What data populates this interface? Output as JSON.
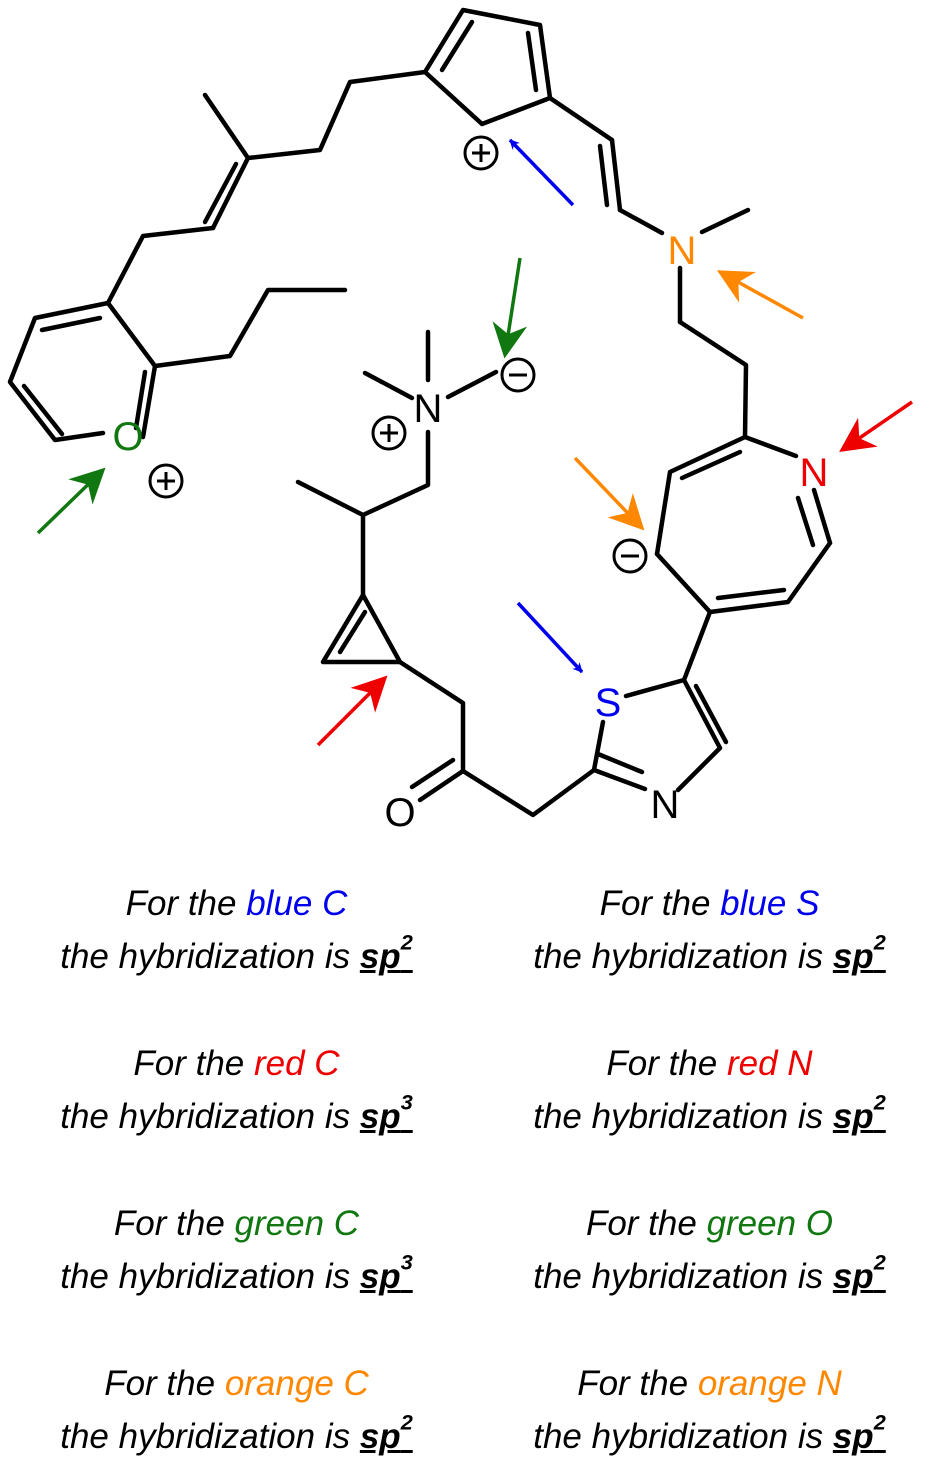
{
  "structure": {
    "atoms": {
      "o_pyrylium": "O",
      "n_ammonium": "N",
      "n_enamine": "N",
      "n_azepine": "N",
      "s_thiazole": "S",
      "n_thiazole": "N",
      "o_ketone": "O"
    },
    "charges": {
      "plus": "+",
      "minus": "−"
    },
    "colors": {
      "blue": "#0000ee",
      "red": "#ee0000",
      "green": "#117711",
      "orange": "#ff8800",
      "black": "#000000"
    }
  },
  "answers": [
    {
      "prefix": "For the ",
      "color_word": "blue C",
      "color": "#0000ee",
      "line2": "the hybridization is ",
      "sp": "sp",
      "exp": "2"
    },
    {
      "prefix": "For the ",
      "color_word": "blue S",
      "color": "#0000ee",
      "line2": "the hybridization is ",
      "sp": "sp",
      "exp": "2"
    },
    {
      "prefix": "For the ",
      "color_word": "red C",
      "color": "#ee0000",
      "line2": "the hybridization is ",
      "sp": "sp",
      "exp": "3"
    },
    {
      "prefix": "For the ",
      "color_word": "red N",
      "color": "#ee0000",
      "line2": "the hybridization is ",
      "sp": "sp",
      "exp": "2"
    },
    {
      "prefix": "For the ",
      "color_word": "green C",
      "color": "#117711",
      "line2": "the hybridization is ",
      "sp": "sp",
      "exp": "3"
    },
    {
      "prefix": "For the ",
      "color_word": "green O",
      "color": "#117711",
      "line2": "the hybridization is ",
      "sp": "sp",
      "exp": "2"
    },
    {
      "prefix": "For the ",
      "color_word": "orange C",
      "color": "#ff8800",
      "line2": "the hybridization is ",
      "sp": "sp",
      "exp": "2"
    },
    {
      "prefix": "For the ",
      "color_word": "orange N",
      "color": "#ff8800",
      "line2": "the hybridization is ",
      "sp": "sp",
      "exp": "2"
    }
  ]
}
